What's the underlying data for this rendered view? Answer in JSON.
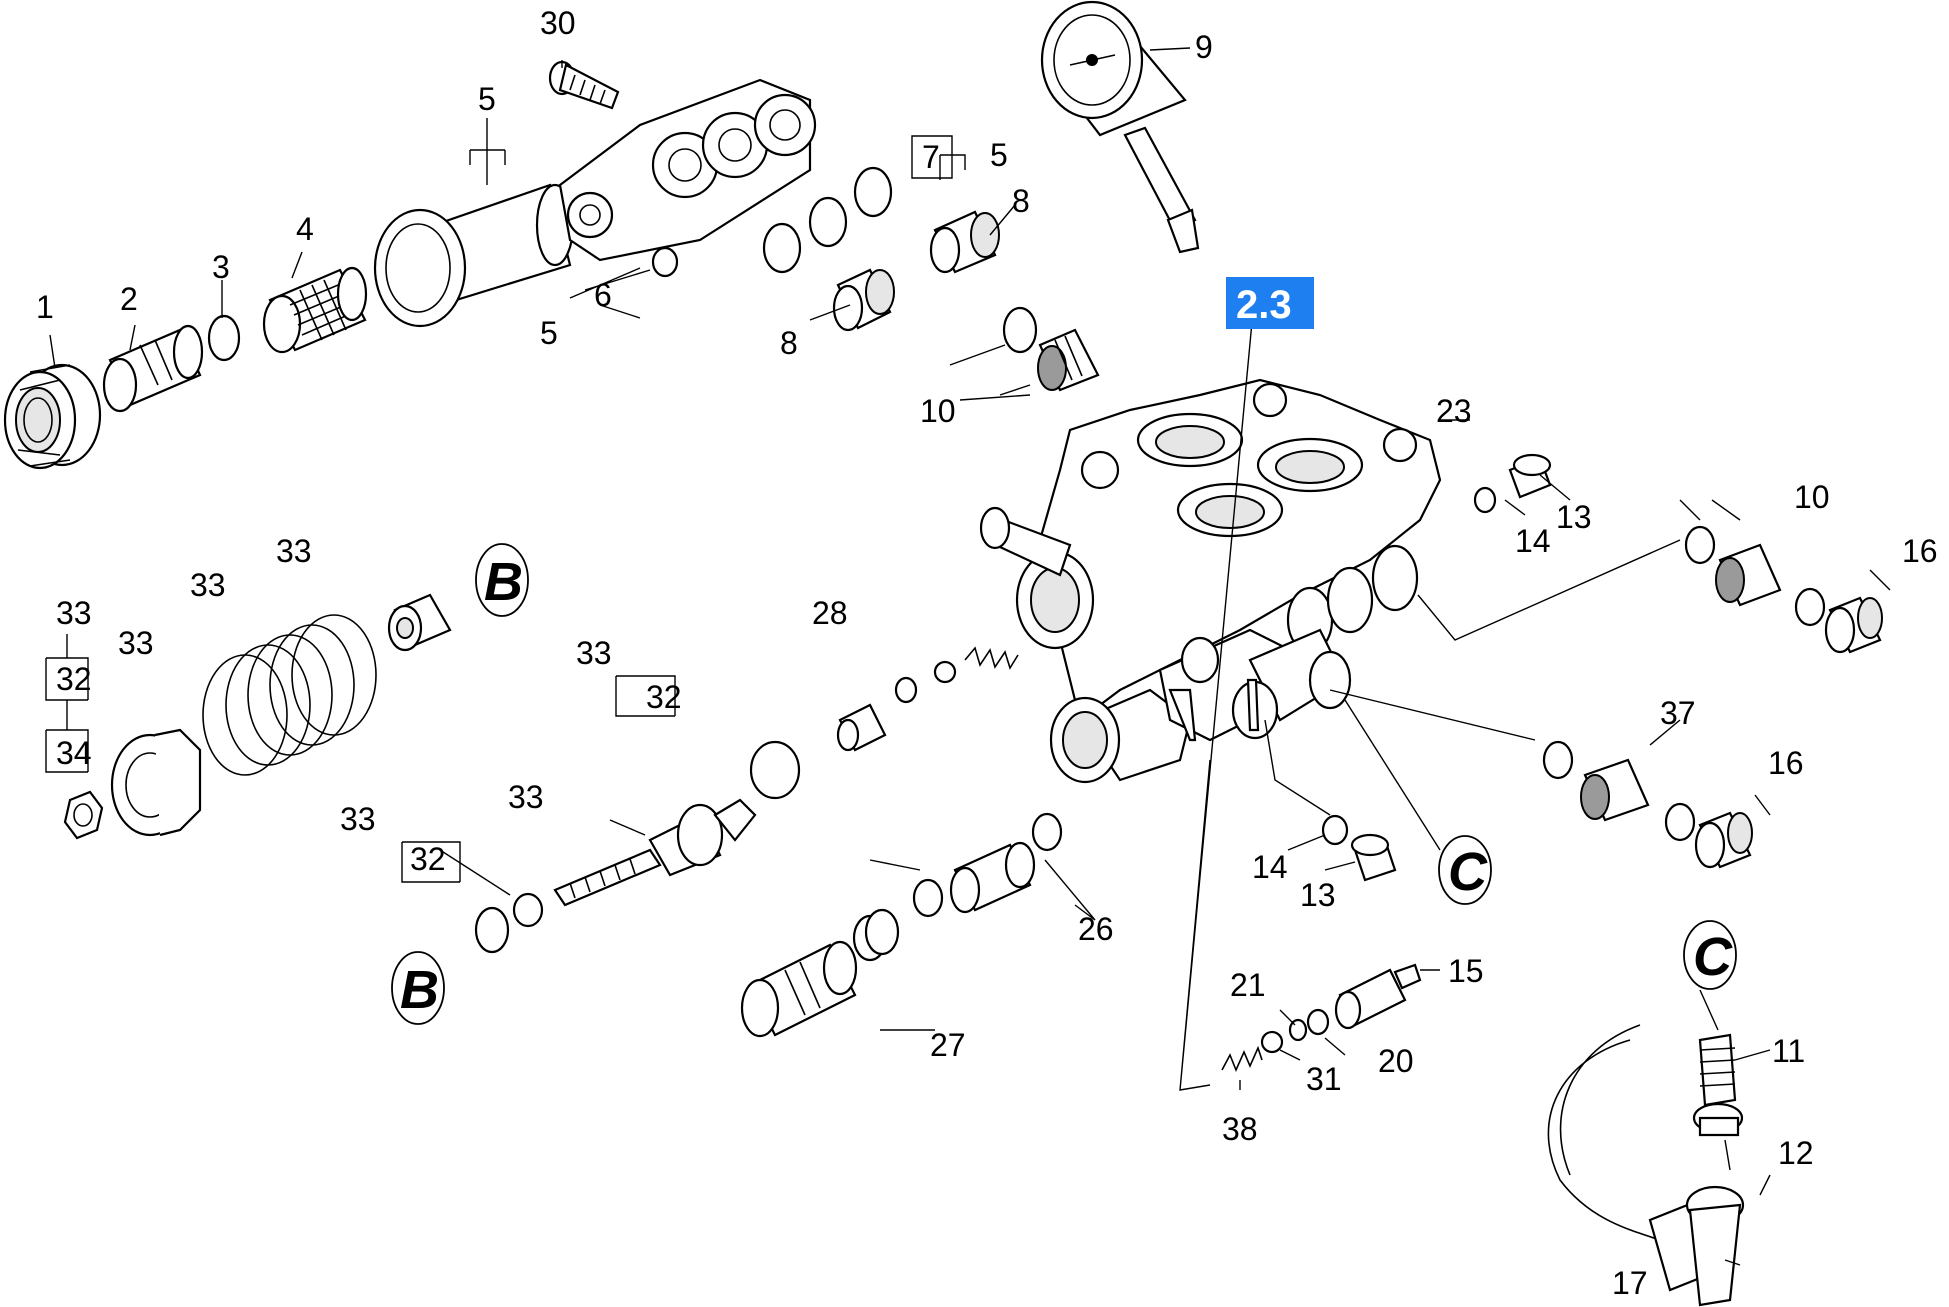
{
  "page_badge": "2.3",
  "markers": {
    "B": "B",
    "C": "C"
  },
  "callouts": {
    "c30": "30",
    "c9": "9",
    "c5_top": "5",
    "c7": "7",
    "c5_bracket": "5",
    "c8_right": "8",
    "c4": "4",
    "c3": "3",
    "c2": "2",
    "c1": "1",
    "c6": "6",
    "c5_bottom": "5",
    "c8_left": "8",
    "c10_top": "10",
    "c23": "23",
    "c13_top": "13",
    "c14_top": "14",
    "c10_right": "10",
    "c16_top": "16",
    "c33_b": "33",
    "c33_spring": "33",
    "c33_left": "33",
    "c32_left": "32",
    "c34": "34",
    "c33_washer": "33",
    "c28": "28",
    "c33_mid": "33",
    "c32_mid": "32",
    "c37": "37",
    "c16_mid": "16",
    "c33_needle": "33",
    "c33_low": "33",
    "c32_low": "32",
    "c14_low": "14",
    "c13_low": "13",
    "c26": "26",
    "c15": "15",
    "c21": "21",
    "c20": "20",
    "c27": "27",
    "c31": "31",
    "c38": "38",
    "c11": "11",
    "c12": "12",
    "c17": "17"
  }
}
